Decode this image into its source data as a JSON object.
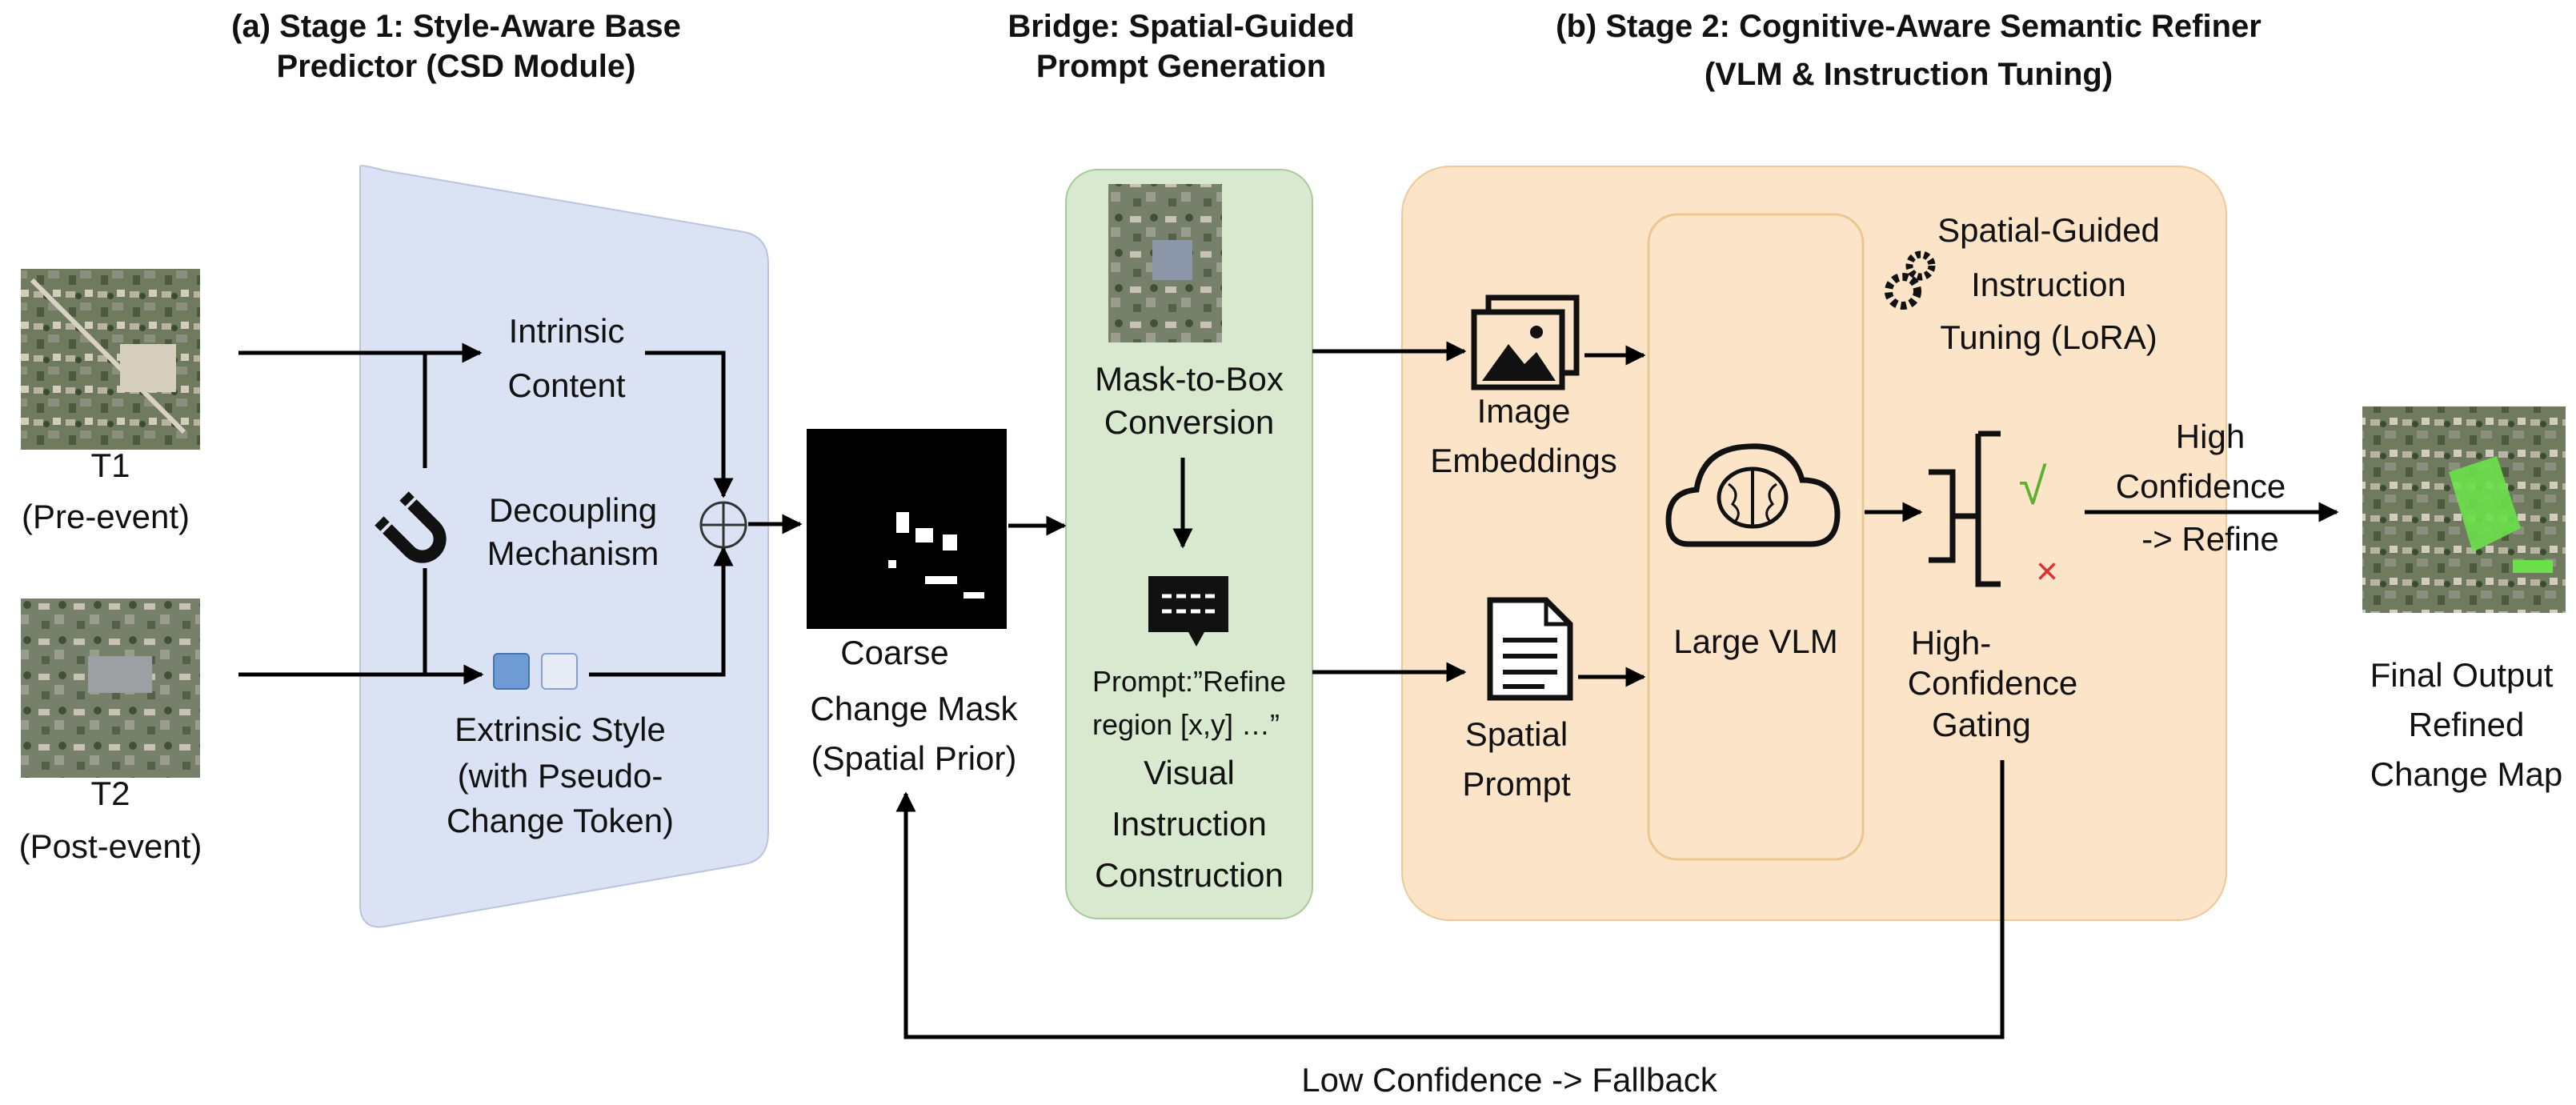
{
  "stage1": {
    "title_line1": "(a)  Stage 1: Style-Aware Base",
    "title_line2": "Predictor (CSD Module)",
    "t1_label": "T1",
    "t1_sub": "(Pre-event)",
    "t2_label": "T2",
    "t2_sub": "(Post-event)",
    "intrinsic_line1": "Intrinsic",
    "intrinsic_line2": "Content",
    "decoupling_line1": "Decoupling",
    "decoupling_line2": "Mechanism",
    "extrinsic_line1": "Extrinsic Style",
    "extrinsic_line2": "(with Pseudo-",
    "extrinsic_line3": "Change Token)",
    "coarse_line1": "Coarse",
    "coarse_line2": "Change  Mask",
    "coarse_line3": "(Spatial Prior)"
  },
  "bridge": {
    "title_line1": "Bridge:  Spatial-Guided",
    "title_line2": "Prompt Generation",
    "m2b_line1": "Mask-to-Box",
    "m2b_line2": "Conversion",
    "prompt_line1": "Prompt:”Refine",
    "prompt_line2": "region  [x,y] …”",
    "vic_line1": "Visual",
    "vic_line2": "Instruction",
    "vic_line3": "Construction"
  },
  "stage2": {
    "title_line1": "(b)  Stage  2:  Cognitive-Aware Semantic Refiner",
    "title_line2": "(VLM &  Instruction Tuning)",
    "img_emb_line1": "Image",
    "img_emb_line2": "Embeddings",
    "spatial_prompt_line1": "Spatial",
    "spatial_prompt_line2": "Prompt",
    "vlm_label": "Large VLM",
    "tuning_line1": "Spatial-Guided",
    "tuning_line2": "Instruction",
    "tuning_line3": "Tuning  (LoRA)",
    "gating_line1": "High-",
    "gating_line2": "Confidence",
    "gating_line3": "Gating",
    "check_mark": "√",
    "cross_mark": "×",
    "high_conf_line1": "High",
    "high_conf_line2": "Confidence",
    "high_conf_line3": "-> Refine"
  },
  "output": {
    "line1": "Final Output",
    "line2": "Refined",
    "line3": "Change Map"
  },
  "fallback_label": "Low Confidence -> Fallback",
  "icons": {
    "magnet": "magnet-icon",
    "gears": "gears-icon",
    "brain": "brain-cloud-icon",
    "images": "image-stack-icon",
    "document": "document-icon",
    "chat": "chat-bubble-icon",
    "oplus": "oplus-icon"
  },
  "colors": {
    "stage1_bg": "#dbe2f4",
    "bridge_bg": "#d8e9cf",
    "stage2_bg": "#fce4c9",
    "check": "#5cb030",
    "cross": "#e03030",
    "change_highlight": "#6be04a"
  }
}
